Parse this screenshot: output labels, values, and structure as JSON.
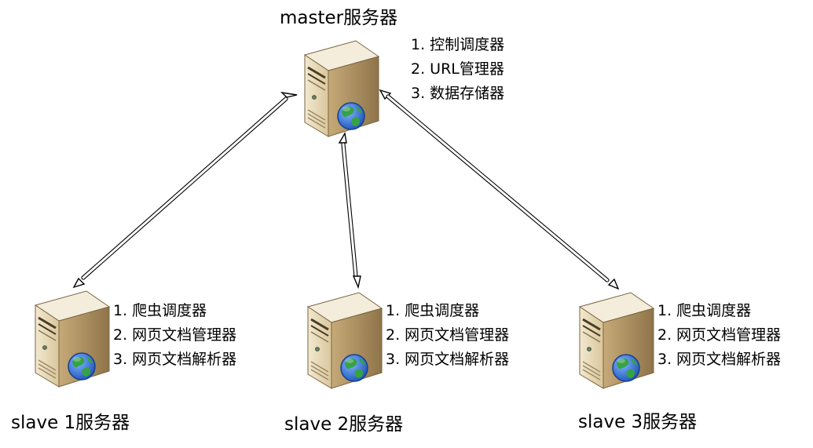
{
  "diagram": {
    "master": {
      "title": "master服务器",
      "roles": [
        "1. 控制调度器",
        "2. URL管理器",
        "3. 数据存储器"
      ]
    },
    "slaves": [
      {
        "title": "slave 1服务器",
        "roles": [
          "1. 爬虫调度器",
          "2. 网页文档管理器",
          "3. 网页文档解析器"
        ]
      },
      {
        "title": "slave 2服务器",
        "roles": [
          "1. 爬虫调度器",
          "2. 网页文档管理器",
          "3. 网页文档解析器"
        ]
      },
      {
        "title": "slave 3服务器",
        "roles": [
          "1. 爬虫调度器",
          "2. 网页文档管理器",
          "3. 网页文档解析器"
        ]
      }
    ],
    "colors": {
      "server_body": "#e7dcbc",
      "server_side": "#a88c5f",
      "server_top": "#f4eddc",
      "globe_blue": "#2f6fd6",
      "globe_green": "#36a244",
      "arrow_outline": "#000000",
      "arrow_fill": "#ffffff"
    },
    "icons": {
      "server": "server-tower-icon",
      "network": "globe-icon"
    }
  }
}
